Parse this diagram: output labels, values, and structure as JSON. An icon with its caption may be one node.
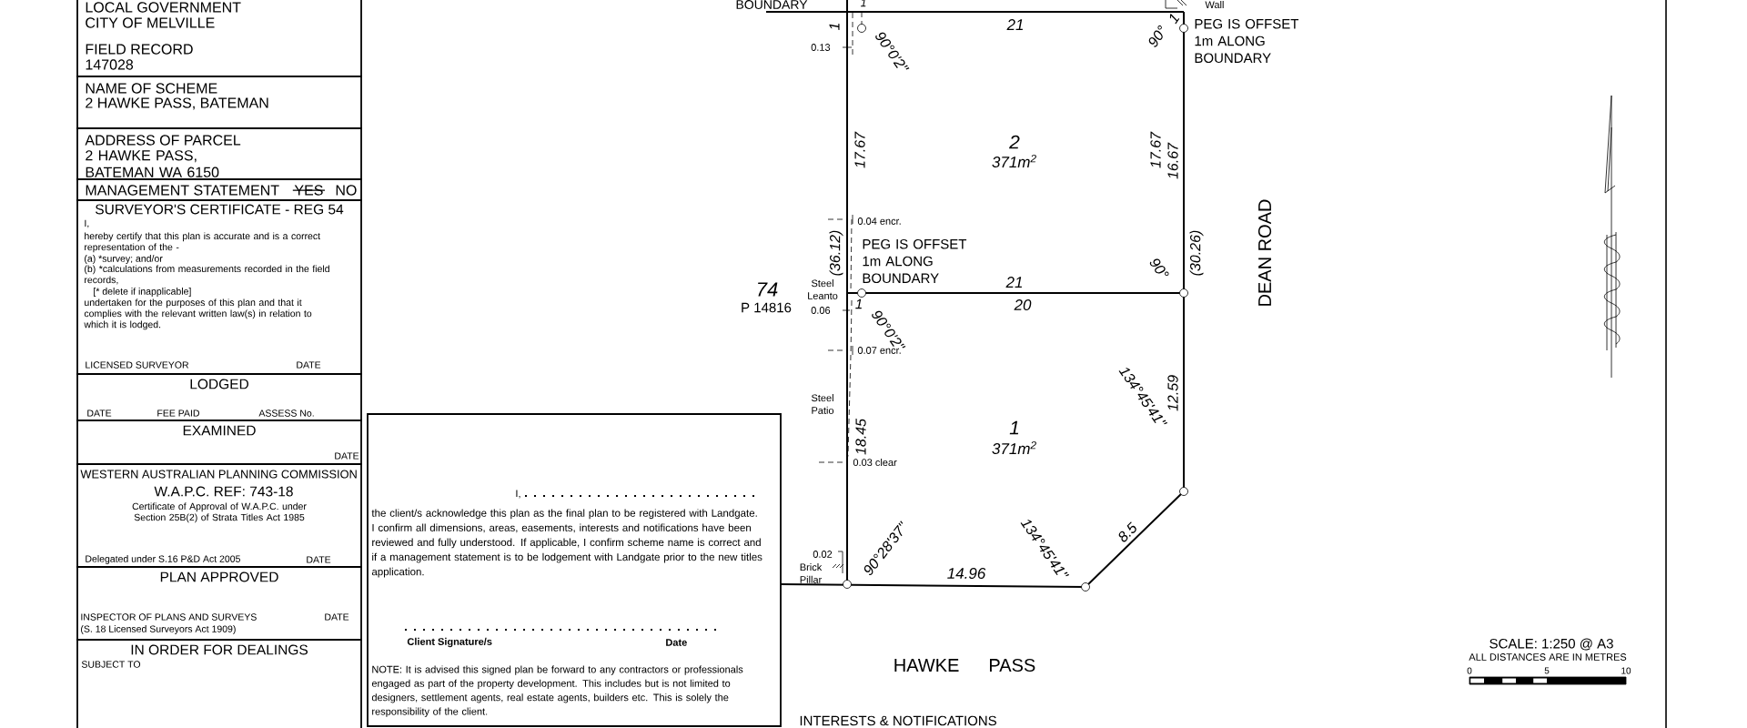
{
  "diagram": {
    "nodes": [
      {
        "text": [
          "LOCAL GOVERNMENT",
          "CITY OF MELVILLE",
          "FIELD RECORD",
          "147028"
        ]
      },
      {
        "text": [
          "NAME OF SCHEME",
          "2 HAWKE PASS, BATEMAN"
        ]
      },
      {
        "text": [
          "ADDRESS OF PARCEL",
          "2 HAWKE PASS, BATEMAN WA 6150"
        ]
      },
      {
        "text": [
          "MANAGEMENT STATEMENT",
          "YES",
          "NO"
        ]
      },
      {
        "text": [
          "SURVEYOR'S CERTIFICATE - REG 54",
          "I,",
          "hereby certify that this plan is accurate and is a correct representation of the -",
          "(a) *survey; and/or",
          "(b) *calculations from measurements recorded in the field records,",
          "[* delete if inapplicable]",
          "undertaken for the purposes of this plan and that it complies with the relevant written law(s) in relation to which it is lodged.",
          "LICENSED SURVEYOR",
          "DATE"
        ]
      },
      {
        "text": [
          "LODGED",
          "DATE",
          "FEE PAID",
          "ASSESS No."
        ]
      },
      {
        "text": [
          "EXAMINED",
          "DATE"
        ]
      },
      {
        "text": [
          "WESTERN AUSTRALIAN PLANNING COMMISSION",
          "W.A.P.C. REF: 743-18",
          "Certificate of Approval of W.A.P.C. under Section 25B(2) of Strata Titles Act 1985",
          "Delegated under S.16 P&D Act 2005",
          "DATE"
        ]
      },
      {
        "text": [
          "PLAN APPROVED",
          "INSPECTOR OF PLANS AND SURVEYS",
          "DATE",
          "(S. 18 Licensed Surveyors Act 1909)"
        ]
      },
      {
        "text": [
          "IN ORDER FOR DEALINGS",
          "SUBJECT TO"
        ]
      },
      {
        "text": [
          "I,",
          "the client/s acknowledge this plan as the final plan to be registered with Landgate. I confirm all dimensions, areas, easements, interests and notifications have been reviewed and fully understood. If applicable, I confirm scheme name is correct and if a management statement is to be lodgement with Landgate prior to the new titles application.",
          "Client Signature/s",
          "Date",
          "NOTE: It is advised this signed plan be forward to any contractors or professionals engaged as part of the property development. This includes but is not limited to designers, settlement agents, real estate agents, builders etc. This is solely the responsibility of the client."
        ]
      }
    ],
    "labels": [
      "BOUNDARY",
      "1",
      "Wall",
      "1",
      "0.13",
      "90°0'2\"",
      "21",
      "90°",
      "1",
      "PEG IS OFFSET 1m ALONG BOUNDARY",
      "17.67",
      "2",
      "371m$^{2}$",
      "17.67",
      "16.67",
      "0.04 encr.",
      "(36.12)",
      "PEG IS OFFSET 1m ALONG BOUNDARY",
      "90°",
      "(30.26)",
      "DEAN ROAD",
      "74",
      "P 14816",
      "Steel Leanto",
      "21",
      "0.06",
      "1",
      "20",
      "90°0'2\"",
      "0.07 encr.",
      "Steel Patio",
      "1",
      "371m$^{2}$",
      "134°45'41\"",
      "12.59",
      "18.45",
      "0.03 clear",
      "90°28'37\"",
      "134°45'41\"",
      "8.5",
      "0.02",
      "Brick Pillar",
      "14.96",
      "HAWKE PASS",
      "INTERESTS & NOTIFICATIONS",
      "SCALE: 1:250 @ A3",
      "ALL DISTANCES ARE IN METRES",
      "0",
      "5",
      "10"
    ]
  }
}
